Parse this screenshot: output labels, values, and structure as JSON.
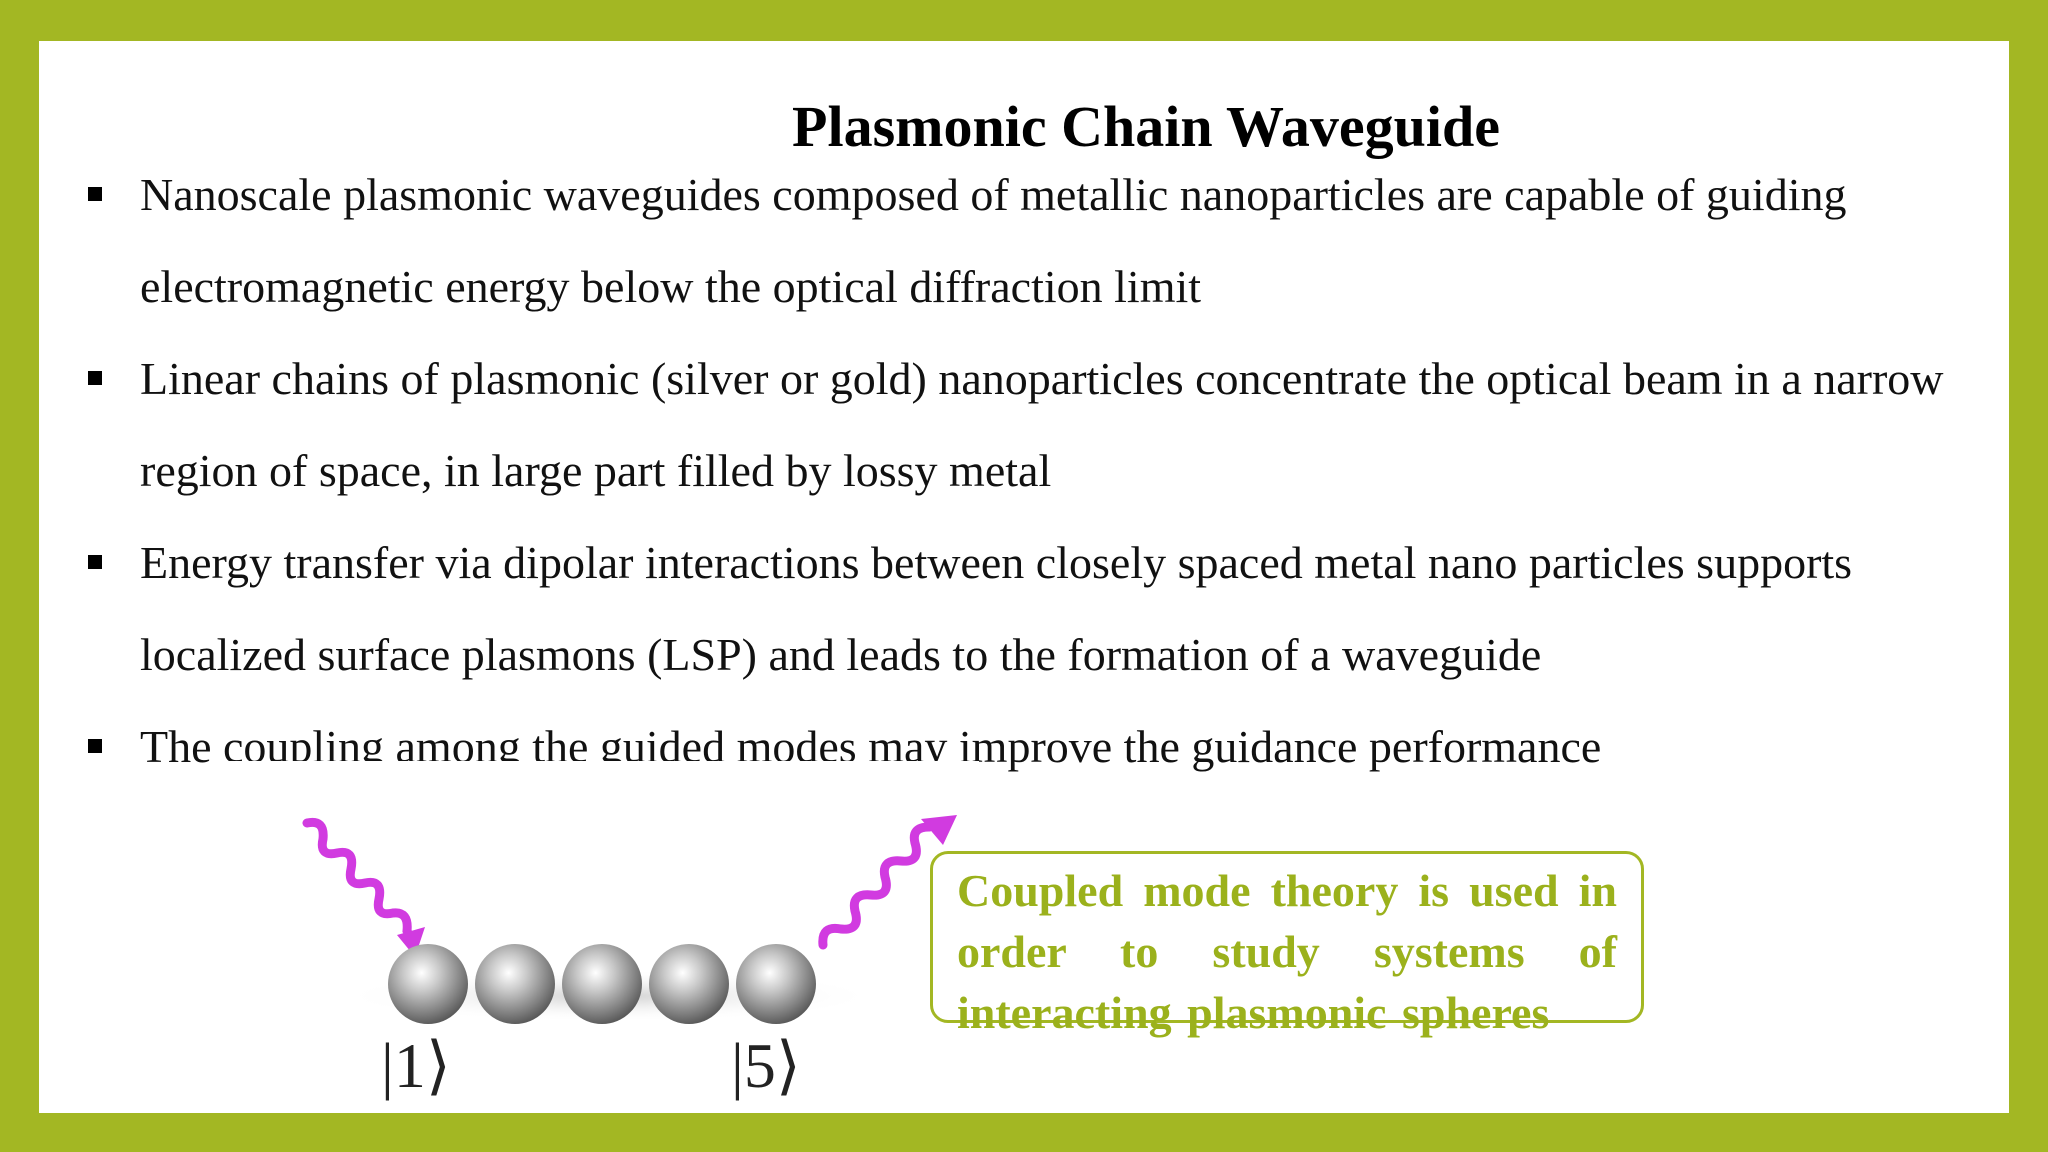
{
  "slide": {
    "title": "Plasmonic Chain Waveguide",
    "bullets": [
      "Nanoscale plasmonic waveguides composed of metallic nanoparticles are capable of guiding electromagnetic energy below the optical diffraction limit",
      "Linear chains of plasmonic (silver or gold) nanoparticles concentrate the optical beam in a narrow region of space, in large part filled by lossy metal",
      "Energy transfer via dipolar interactions between closely spaced metal nano particles supports localized surface plasmons (LSP) and leads to the formation of a waveguide",
      "The coupling among the guided modes may improve the guidance performance"
    ],
    "callout": "Coupled mode theory  is used in order to study systems of interacting plasmonic spheres"
  },
  "figure": {
    "state_left": "|1⟩",
    "state_right": "|5⟩",
    "sphere_count": 5
  },
  "colors": {
    "border": "#a3b723",
    "callout_text": "#9bb11c",
    "wave": "#d13be0",
    "background": "#ffffff"
  }
}
